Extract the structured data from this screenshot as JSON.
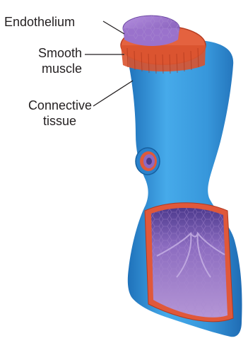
{
  "labels": {
    "endothelium": "Endothelium",
    "smooth_muscle_line1": "Smooth",
    "smooth_muscle_line2": "muscle",
    "connective_line1": "Connective",
    "connective_line2": "tissue"
  },
  "colors": {
    "outer_wall": "#3b9fe0",
    "outer_wall_dark": "#1f74c0",
    "muscle": "#e05a3a",
    "endothelium": "#9a6fc9",
    "lumen": "#8a6bb8",
    "leader_line": "#231f20"
  }
}
